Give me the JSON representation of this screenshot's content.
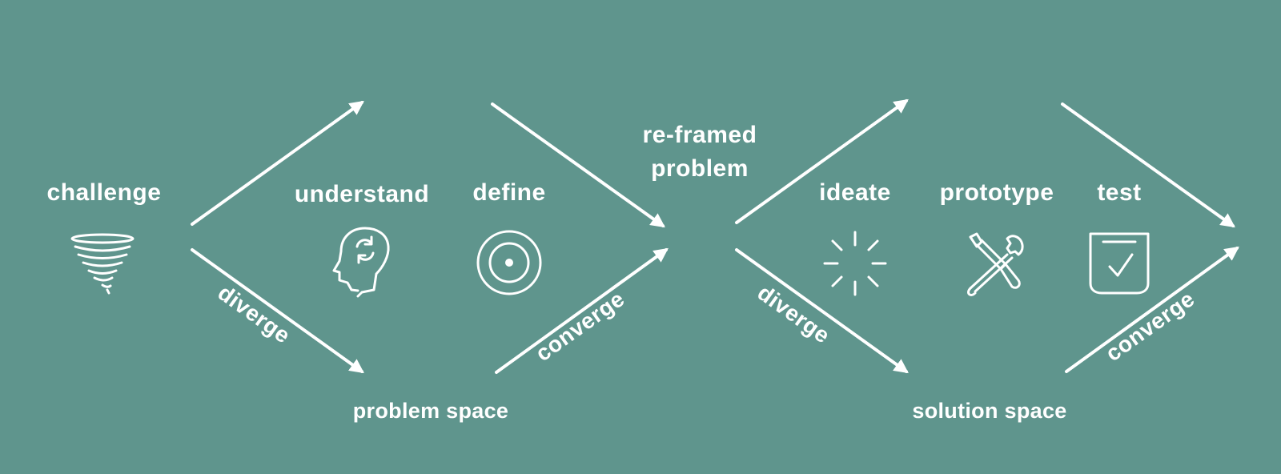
{
  "colors": {
    "background": "#5f958d",
    "foreground": "#ffffff"
  },
  "stages": {
    "challenge": "challenge",
    "understand": "understand",
    "define": "define",
    "reframed_line1": "re-framed",
    "reframed_line2": "problem",
    "ideate": "ideate",
    "prototype": "prototype",
    "test": "test"
  },
  "arrows": {
    "diverge_1": "diverge",
    "converge_1": "converge",
    "diverge_2": "diverge",
    "converge_2": "converge"
  },
  "spaces": {
    "problem": "problem space",
    "solution": "solution space"
  },
  "icons": {
    "challenge": "tornado-icon",
    "understand": "head-refresh-icon",
    "define": "target-icon",
    "ideate": "sparkle-burst-icon",
    "prototype": "tools-wrench-screwdriver-icon",
    "test": "checkbox-shield-icon"
  }
}
